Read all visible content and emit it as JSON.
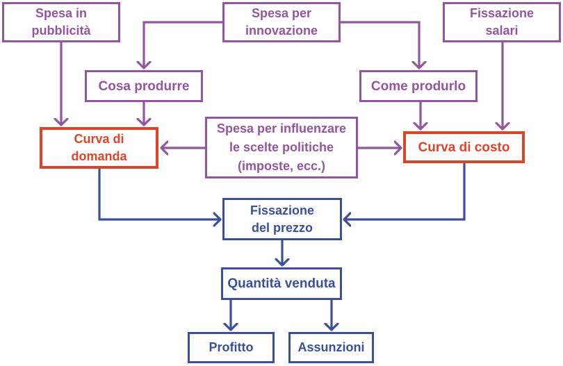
{
  "diagram": {
    "language": "it",
    "nodes": {
      "spesa_pubblicita": {
        "label": "Spesa in\npubblicità",
        "color": "purple"
      },
      "spesa_innovazione": {
        "label": "Spesa per\ninnovazione",
        "color": "purple"
      },
      "fissazione_salari": {
        "label": "Fissazione\nsalari",
        "color": "purple"
      },
      "cosa_produrre": {
        "label": "Cosa produrre",
        "color": "purple"
      },
      "come_produrlo": {
        "label": "Come produrlo",
        "color": "purple"
      },
      "curva_domanda": {
        "label": "Curva di\ndomanda",
        "color": "red"
      },
      "spesa_influenzare": {
        "label": "Spesa per influenzare\nle scelte politiche\n(imposte, ecc.)",
        "color": "purple"
      },
      "curva_costo": {
        "label": "Curva di costo",
        "color": "red"
      },
      "fissazione_prezzo": {
        "label": "Fissazione\ndel prezzo",
        "color": "blue"
      },
      "quantita_venduta": {
        "label": "Quantità venduta",
        "color": "blue"
      },
      "profitto": {
        "label": "Profitto",
        "color": "blue"
      },
      "assunzioni": {
        "label": "Assunzioni",
        "color": "blue"
      }
    },
    "edges": [
      {
        "from": "spesa_pubblicita",
        "to": "curva_domanda",
        "color": "purple"
      },
      {
        "from": "spesa_innovazione",
        "to": "cosa_produrre",
        "color": "purple"
      },
      {
        "from": "spesa_innovazione",
        "to": "come_produrlo",
        "color": "purple"
      },
      {
        "from": "cosa_produrre",
        "to": "curva_domanda",
        "color": "purple"
      },
      {
        "from": "come_produrlo",
        "to": "curva_costo",
        "color": "purple"
      },
      {
        "from": "fissazione_salari",
        "to": "curva_costo",
        "color": "purple"
      },
      {
        "from": "spesa_influenzare",
        "to": "curva_domanda",
        "color": "purple"
      },
      {
        "from": "spesa_influenzare",
        "to": "curva_costo",
        "color": "purple"
      },
      {
        "from": "curva_domanda",
        "to": "fissazione_prezzo",
        "color": "blue"
      },
      {
        "from": "curva_costo",
        "to": "fissazione_prezzo",
        "color": "blue"
      },
      {
        "from": "fissazione_prezzo",
        "to": "quantita_venduta",
        "color": "blue"
      },
      {
        "from": "quantita_venduta",
        "to": "profitto",
        "color": "blue"
      },
      {
        "from": "quantita_venduta",
        "to": "assunzioni",
        "color": "blue"
      }
    ]
  },
  "colors": {
    "purple": "#9455a0",
    "red": "#e14327",
    "blue": "#3b4f9b"
  }
}
